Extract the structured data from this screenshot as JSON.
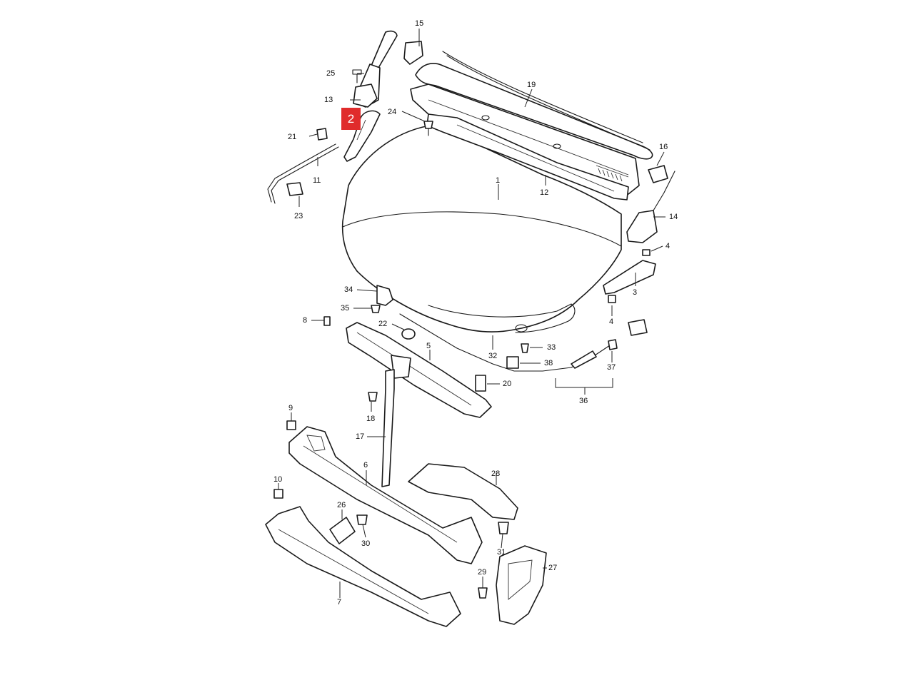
{
  "diagram": {
    "highlight": {
      "label": "2",
      "color": "#e02b2b"
    },
    "callouts": [
      {
        "id": "c1",
        "label": "1"
      },
      {
        "id": "c3",
        "label": "3"
      },
      {
        "id": "c4a",
        "label": "4"
      },
      {
        "id": "c4b",
        "label": "4"
      },
      {
        "id": "c5",
        "label": "5"
      },
      {
        "id": "c6",
        "label": "6"
      },
      {
        "id": "c7",
        "label": "7"
      },
      {
        "id": "c8",
        "label": "8"
      },
      {
        "id": "c9",
        "label": "9"
      },
      {
        "id": "c10",
        "label": "10"
      },
      {
        "id": "c11",
        "label": "11"
      },
      {
        "id": "c12",
        "label": "12"
      },
      {
        "id": "c13",
        "label": "13"
      },
      {
        "id": "c14",
        "label": "14"
      },
      {
        "id": "c15",
        "label": "15"
      },
      {
        "id": "c16",
        "label": "16"
      },
      {
        "id": "c17",
        "label": "17"
      },
      {
        "id": "c18",
        "label": "18"
      },
      {
        "id": "c19",
        "label": "19"
      },
      {
        "id": "c20",
        "label": "20"
      },
      {
        "id": "c21",
        "label": "21"
      },
      {
        "id": "c22",
        "label": "22"
      },
      {
        "id": "c23",
        "label": "23"
      },
      {
        "id": "c24",
        "label": "24"
      },
      {
        "id": "c25",
        "label": "25"
      },
      {
        "id": "c26",
        "label": "26"
      },
      {
        "id": "c27",
        "label": "27"
      },
      {
        "id": "c28",
        "label": "28"
      },
      {
        "id": "c29",
        "label": "29"
      },
      {
        "id": "c30",
        "label": "30"
      },
      {
        "id": "c31",
        "label": "31"
      },
      {
        "id": "c32",
        "label": "32"
      },
      {
        "id": "c33",
        "label": "33"
      },
      {
        "id": "c34",
        "label": "34"
      },
      {
        "id": "c35",
        "label": "35"
      },
      {
        "id": "c36",
        "label": "36"
      },
      {
        "id": "c37",
        "label": "37"
      },
      {
        "id": "c38",
        "label": "38"
      }
    ]
  }
}
